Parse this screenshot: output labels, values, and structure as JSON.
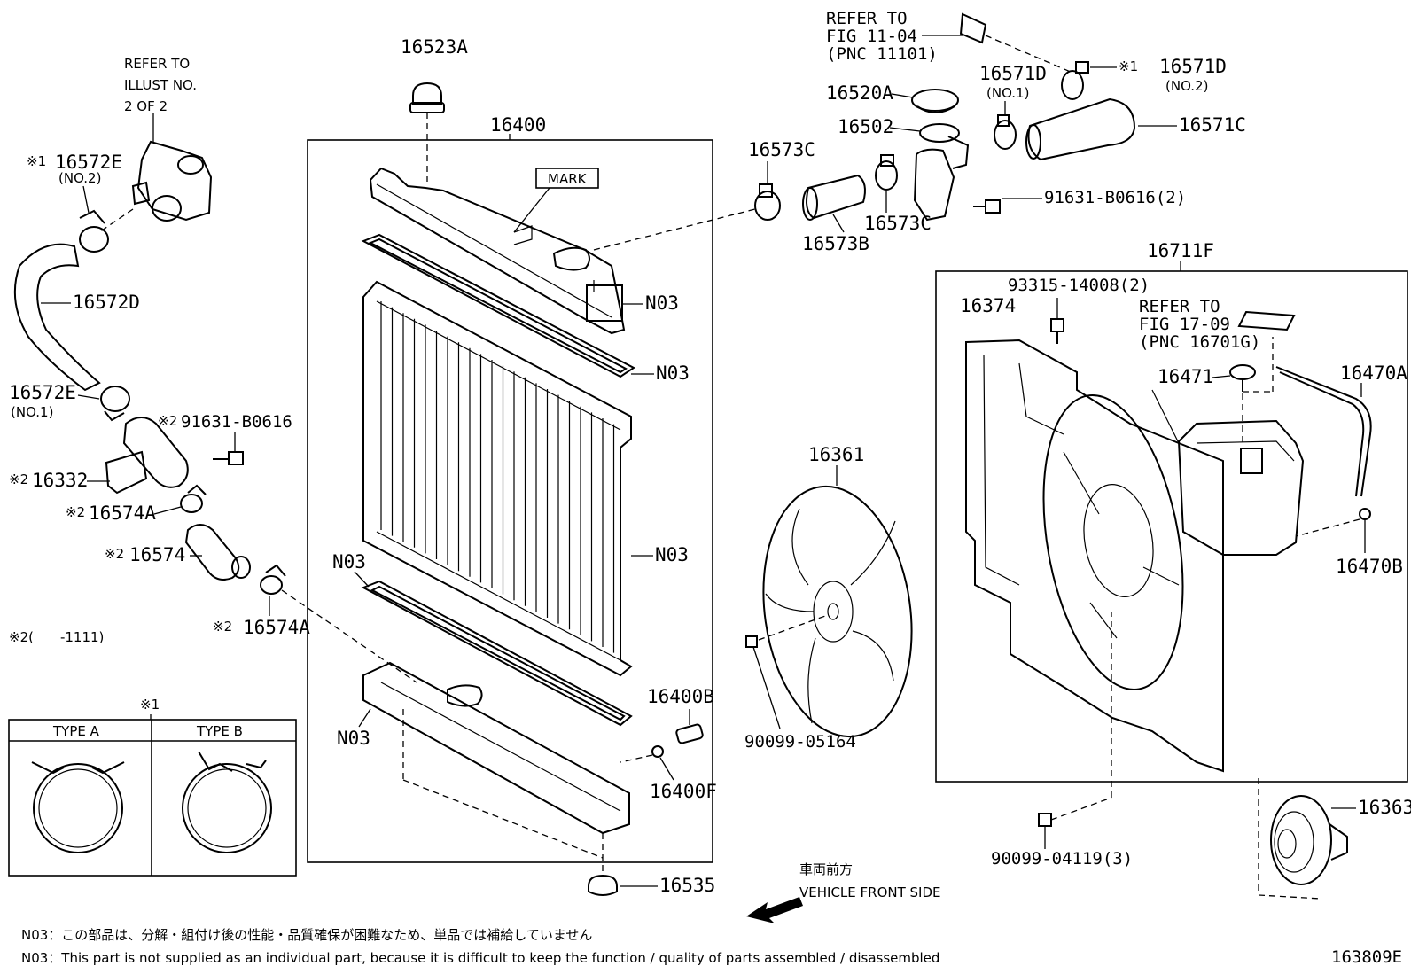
{
  "callouts": {
    "c16523A": "16523A",
    "c16400": "16400",
    "mark": "MARK",
    "c16573C_top": "16573C",
    "c16573B": "16573B",
    "c16573C_low": "16573C",
    "c16520A": "16520A",
    "c16502": "16502",
    "c16571D_no1": "16571D",
    "c16571D_no1_sub": "(NO.1)",
    "c16571D_no2": "16571D",
    "c16571D_no2_sub": "(NO.2)",
    "c16571C": "16571C",
    "c91631_B0616_2": "91631-B0616(2)",
    "c16711F": "16711F",
    "c93315": "93315-14008(2)",
    "c16374": "16374",
    "c16471": "16471",
    "c16470A": "16470A",
    "c16470B": "16470B",
    "c16361": "16361",
    "c90099_05164": "90099-05164",
    "c90099_04119": "90099-04119(3)",
    "c16363": "16363",
    "c16400B": "16400B",
    "c16400F": "16400F",
    "c16535": "16535",
    "n03_1": "N03",
    "n03_2": "N03",
    "n03_3": "N03",
    "n03_4": "N03",
    "n03_5": "N03",
    "c16572E_no2": "16572E",
    "c16572E_no2_sub": "(NO.2)",
    "c16572D": "16572D",
    "c16572E_no1": "16572E",
    "c16572E_no1_sub": "(NO.1)",
    "c91631_B0616": "91631-B0616",
    "c16332": "16332",
    "c16574A_a": "16574A",
    "c16574": "16574",
    "c16574A_b": "16574A",
    "mark1": "※1",
    "mark2": "※2",
    "footnote2": "※2(　　-1111)"
  },
  "references": {
    "illust_l1": "REFER TO",
    "illust_l2": "ILLUST NO.",
    "illust_l3": "2 OF 2",
    "fig1104_l1": "REFER TO",
    "fig1104_l2": "FIG 11-04",
    "fig1104_l3": "(PNC 11101)",
    "fig1709_l1": "REFER TO",
    "fig1709_l2": "FIG 17-09",
    "fig1709_l3": "(PNC 16701G)"
  },
  "type_table": {
    "header_mark": "※1",
    "type_a": "TYPE A",
    "type_b": "TYPE B"
  },
  "direction": {
    "jp": "車両前方",
    "en": "VEHICLE FRONT SIDE"
  },
  "notes": {
    "jp": "N03：この部品は、分解・組付け後の性能・品質確保が困難なため、単品では補給していません",
    "en": "N03：This part is not supplied as an individual part, because it is difficult to keep the function / quality of parts assembled / disassembled"
  },
  "figure_id": "163809E"
}
